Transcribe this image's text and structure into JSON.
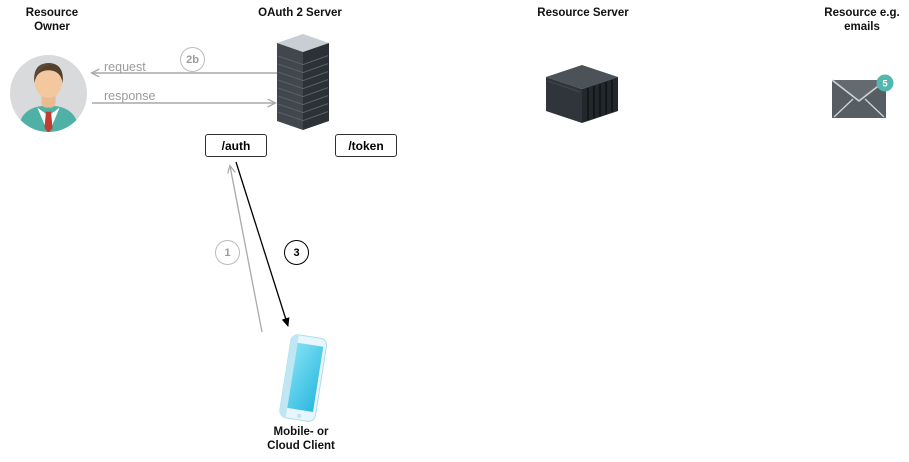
{
  "nodes": {
    "resource_owner": {
      "line1": "Resource",
      "line2": "Owner"
    },
    "oauth_server": {
      "label": "OAuth 2 Server"
    },
    "resource_server": {
      "label": "Resource Server"
    },
    "resource_emails": {
      "line1": "Resource e.g.",
      "line2": "emails",
      "badge": "5"
    },
    "mobile_client": {
      "line1": "Mobile- or",
      "line2": "Cloud Client"
    }
  },
  "endpoints": {
    "auth": "/auth",
    "token": "/token"
  },
  "edges": {
    "request": "request",
    "response": "response"
  },
  "steps": {
    "s2b": "2b",
    "s1": "1",
    "s3": "3"
  },
  "icons": {
    "resource_owner": "person-avatar-icon",
    "oauth_server": "server-tower-icon",
    "resource_server": "nas-server-icon",
    "resource_emails": "envelope-icon",
    "mobile_client": "smartphone-icon"
  },
  "colors": {
    "arrow_gray": "#a9a9a9",
    "arrow_black": "#000000",
    "badge_teal": "#52b7ac",
    "avatar_shirt_teal": "#4fb0a5",
    "screen_cyan": "#3ec6e8",
    "server_dark": "#2f353a"
  }
}
